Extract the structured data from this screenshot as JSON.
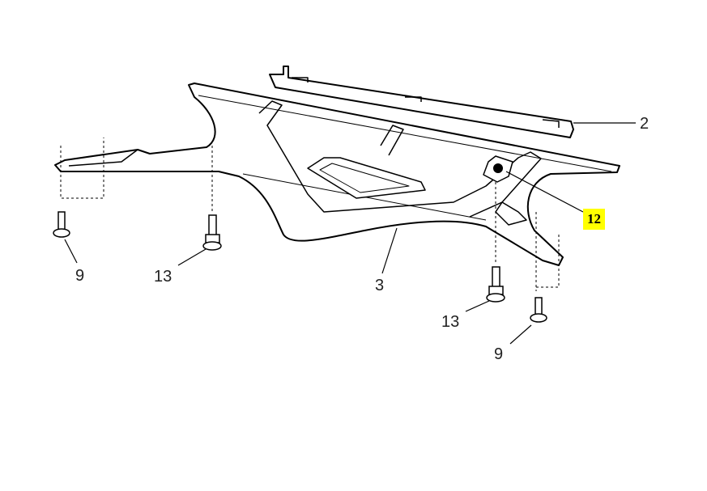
{
  "callouts": {
    "bracket": "2",
    "nut_highlighted": "12",
    "splash_shield": "3",
    "screw_left": "9",
    "bolt_left": "13",
    "bolt_right": "13",
    "screw_right": "9"
  },
  "colors": {
    "highlight": "#ffff00",
    "line": "#000000"
  }
}
